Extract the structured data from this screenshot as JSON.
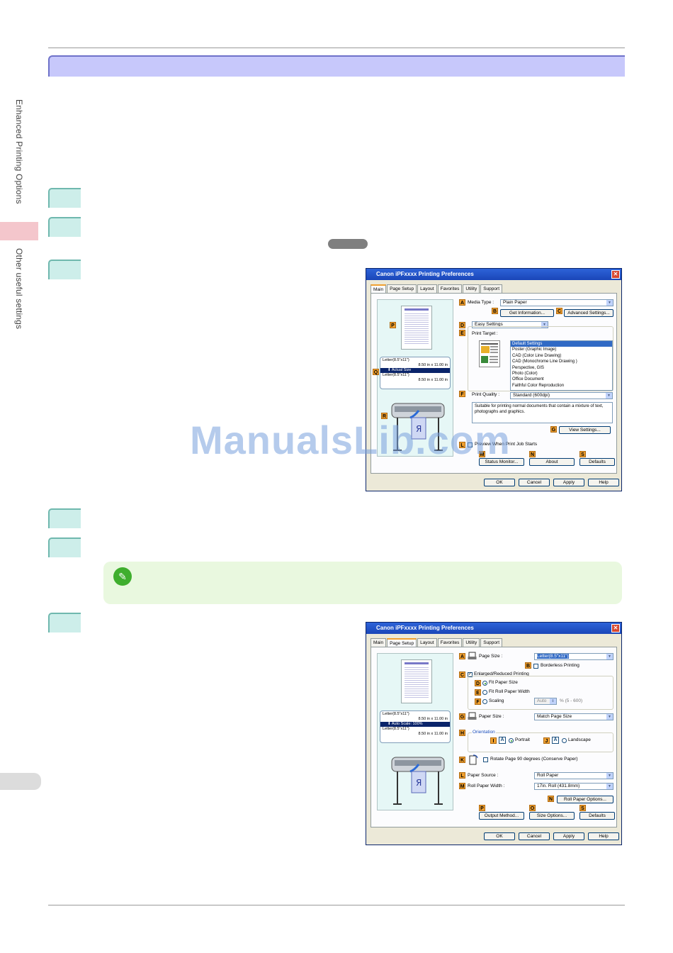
{
  "sidebar": {
    "section1": "Enhanced Printing Options",
    "section2": "Other useful settings"
  },
  "watermark": "ManualsLib.com",
  "dialog_common": {
    "title": "Canon iPFxxxx Printing Preferences",
    "close": "✕",
    "tabs": [
      "Main",
      "Page Setup",
      "Layout",
      "Favorites",
      "Utility",
      "Support"
    ],
    "ok": "OK",
    "cancel": "Cancel",
    "apply": "Apply",
    "help": "Help"
  },
  "dialog1": {
    "preview": {
      "size1": "Letter(8.5\"x11\")",
      "dims1": "8.50 in x 11.00 in",
      "selected": "Actual Size",
      "size2": "Letter(8.5\"x11\")",
      "dims2": "8.50 in x 11.00 in"
    },
    "labels": {
      "A": "A",
      "B": "B",
      "C": "C",
      "D": "D",
      "E": "E",
      "F": "F",
      "G": "G",
      "L": "L",
      "M": "M",
      "N": "N",
      "S": "S",
      "P": "P",
      "Q": "Q",
      "R": "R"
    },
    "media_type_label": "Media Type :",
    "media_type_value": "Plain Paper",
    "get_information": "Get Information...",
    "advanced_settings": "Advanced Settings...",
    "easy_settings": "Easy Settings",
    "print_target_label": "Print Target :",
    "print_targets": [
      "Default Settings",
      "Poster (Graphic Image)",
      "CAD (Color Line Drawing)",
      "CAD (Monochrome Line Drawing )",
      "Perspective, GIS",
      "Photo (Color)",
      "Office Document",
      "Faithful Color Reproduction"
    ],
    "print_quality_label": "Print Quality :",
    "print_quality_value": "Standard (600dpi)",
    "description": "Suitable for printing normal documents that contain a mixture of text, photographs and graphics.",
    "view_settings": "View Settings...",
    "preview_checkbox": "Preview When Print Job Starts",
    "status_monitor": "Status Monitor...",
    "about": "About",
    "defaults": "Defaults"
  },
  "dialog2": {
    "preview": {
      "size1": "Letter(8.5\"x11\")",
      "dims1": "8.50 in x 11.00 in",
      "selected": "Auto Scale: 100%",
      "size2": "Letter(8.5\"x11\")",
      "dims2": "8.50 in x 11.00 in"
    },
    "labels": {
      "A": "A",
      "B": "B",
      "C": "C",
      "D": "D",
      "E": "E",
      "F": "F",
      "G": "G",
      "H": "H",
      "I": "I",
      "J": "J",
      "K": "K",
      "L": "L",
      "M": "M",
      "N": "N",
      "O": "O",
      "P": "P",
      "S": "S"
    },
    "page_size_label": "Page Size :",
    "page_size_value": "Letter(8.5\"x11\")",
    "borderless": "Borderless Printing",
    "enlarged": "Enlarged/Reduced Printing",
    "fit_paper_size": "Fit Paper Size",
    "fit_roll_width": "Fit Roll Paper Width",
    "scaling": "Scaling",
    "scaling_value": "Auto",
    "scaling_range": "% (5 - 600)",
    "paper_size_label": "Paper Size :",
    "paper_size_value": "Match Page Size",
    "orientation": "Orientation",
    "portrait": "Portrait",
    "landscape": "Landscape",
    "rotate": "Rotate Page 90 degrees (Conserve Paper)",
    "paper_source_label": "Paper Source :",
    "paper_source_value": "Roll Paper",
    "roll_width_label": "Roll Paper Width :",
    "roll_width_value": "17in. Roll (431.8mm)",
    "roll_options": "Roll Paper Options...",
    "output_method": "Output Method...",
    "size_options": "Size Options...",
    "defaults": "Defaults"
  }
}
